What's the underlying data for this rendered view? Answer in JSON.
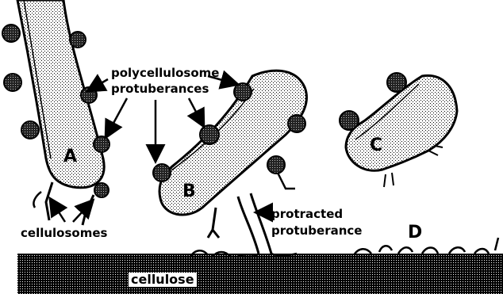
{
  "labels": {
    "polycellulosome": "polycellulosome",
    "protuberances": "protuberances",
    "cellulosomes": "cellulosomes",
    "protracted": "protracted",
    "protuberance": "protuberance",
    "cellulose": "cellulose"
  },
  "cells": {
    "a": "A",
    "b": "B",
    "c": "C",
    "d": "D"
  }
}
